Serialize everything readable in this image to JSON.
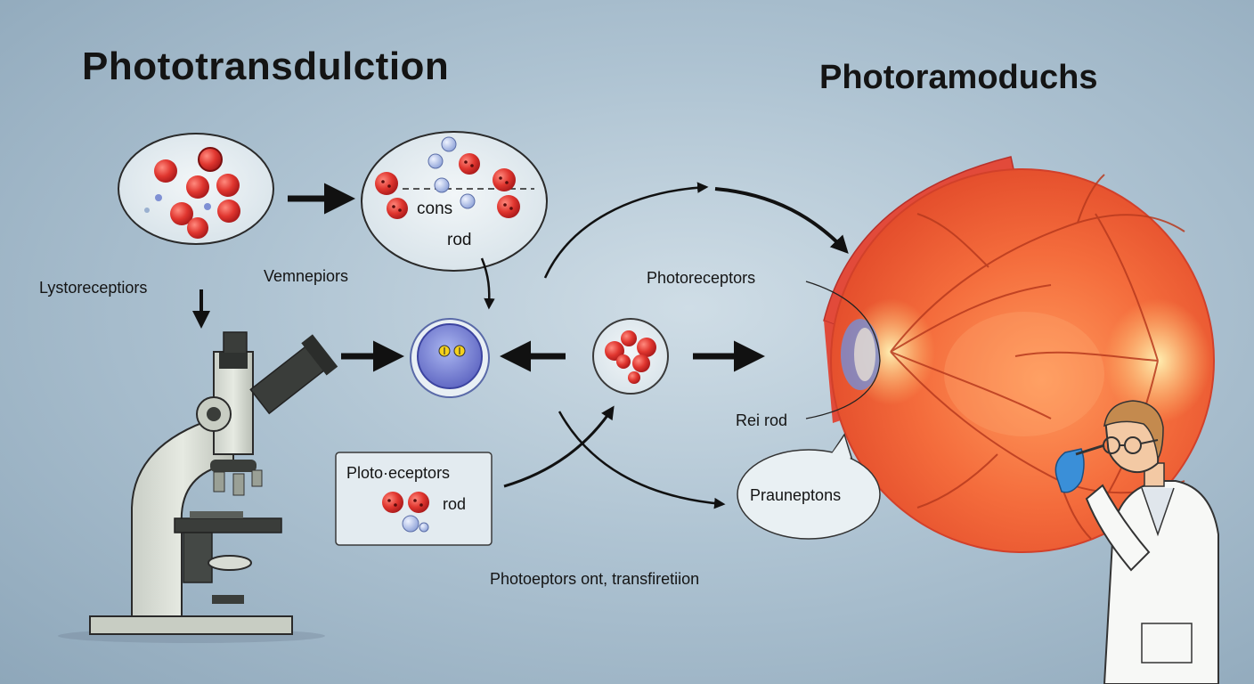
{
  "titles": {
    "left": "Phototransdulction",
    "right": "Photoramoduchs"
  },
  "labels": {
    "cons": "cons",
    "rod_top": "rod",
    "lystoreceptiors": "Lystoreceptiors",
    "vemnepiors": "Vemnepiors",
    "photoreceptors_mid": "Photoreceptors",
    "rei_rod": "Rei rod",
    "box_title": "Ploto·eceptors",
    "box_rod": "rod",
    "prauneptons": "Prauneptons",
    "bottom_caption": "Photoeptors ont, transfiretiion"
  },
  "colors": {
    "background": "#aec3d2",
    "red_cell": "#d9342e",
    "blue_cell": "#7f90d4",
    "retina": "#f06a3a",
    "vessel": "#b83a1e",
    "arrow": "#111111"
  }
}
